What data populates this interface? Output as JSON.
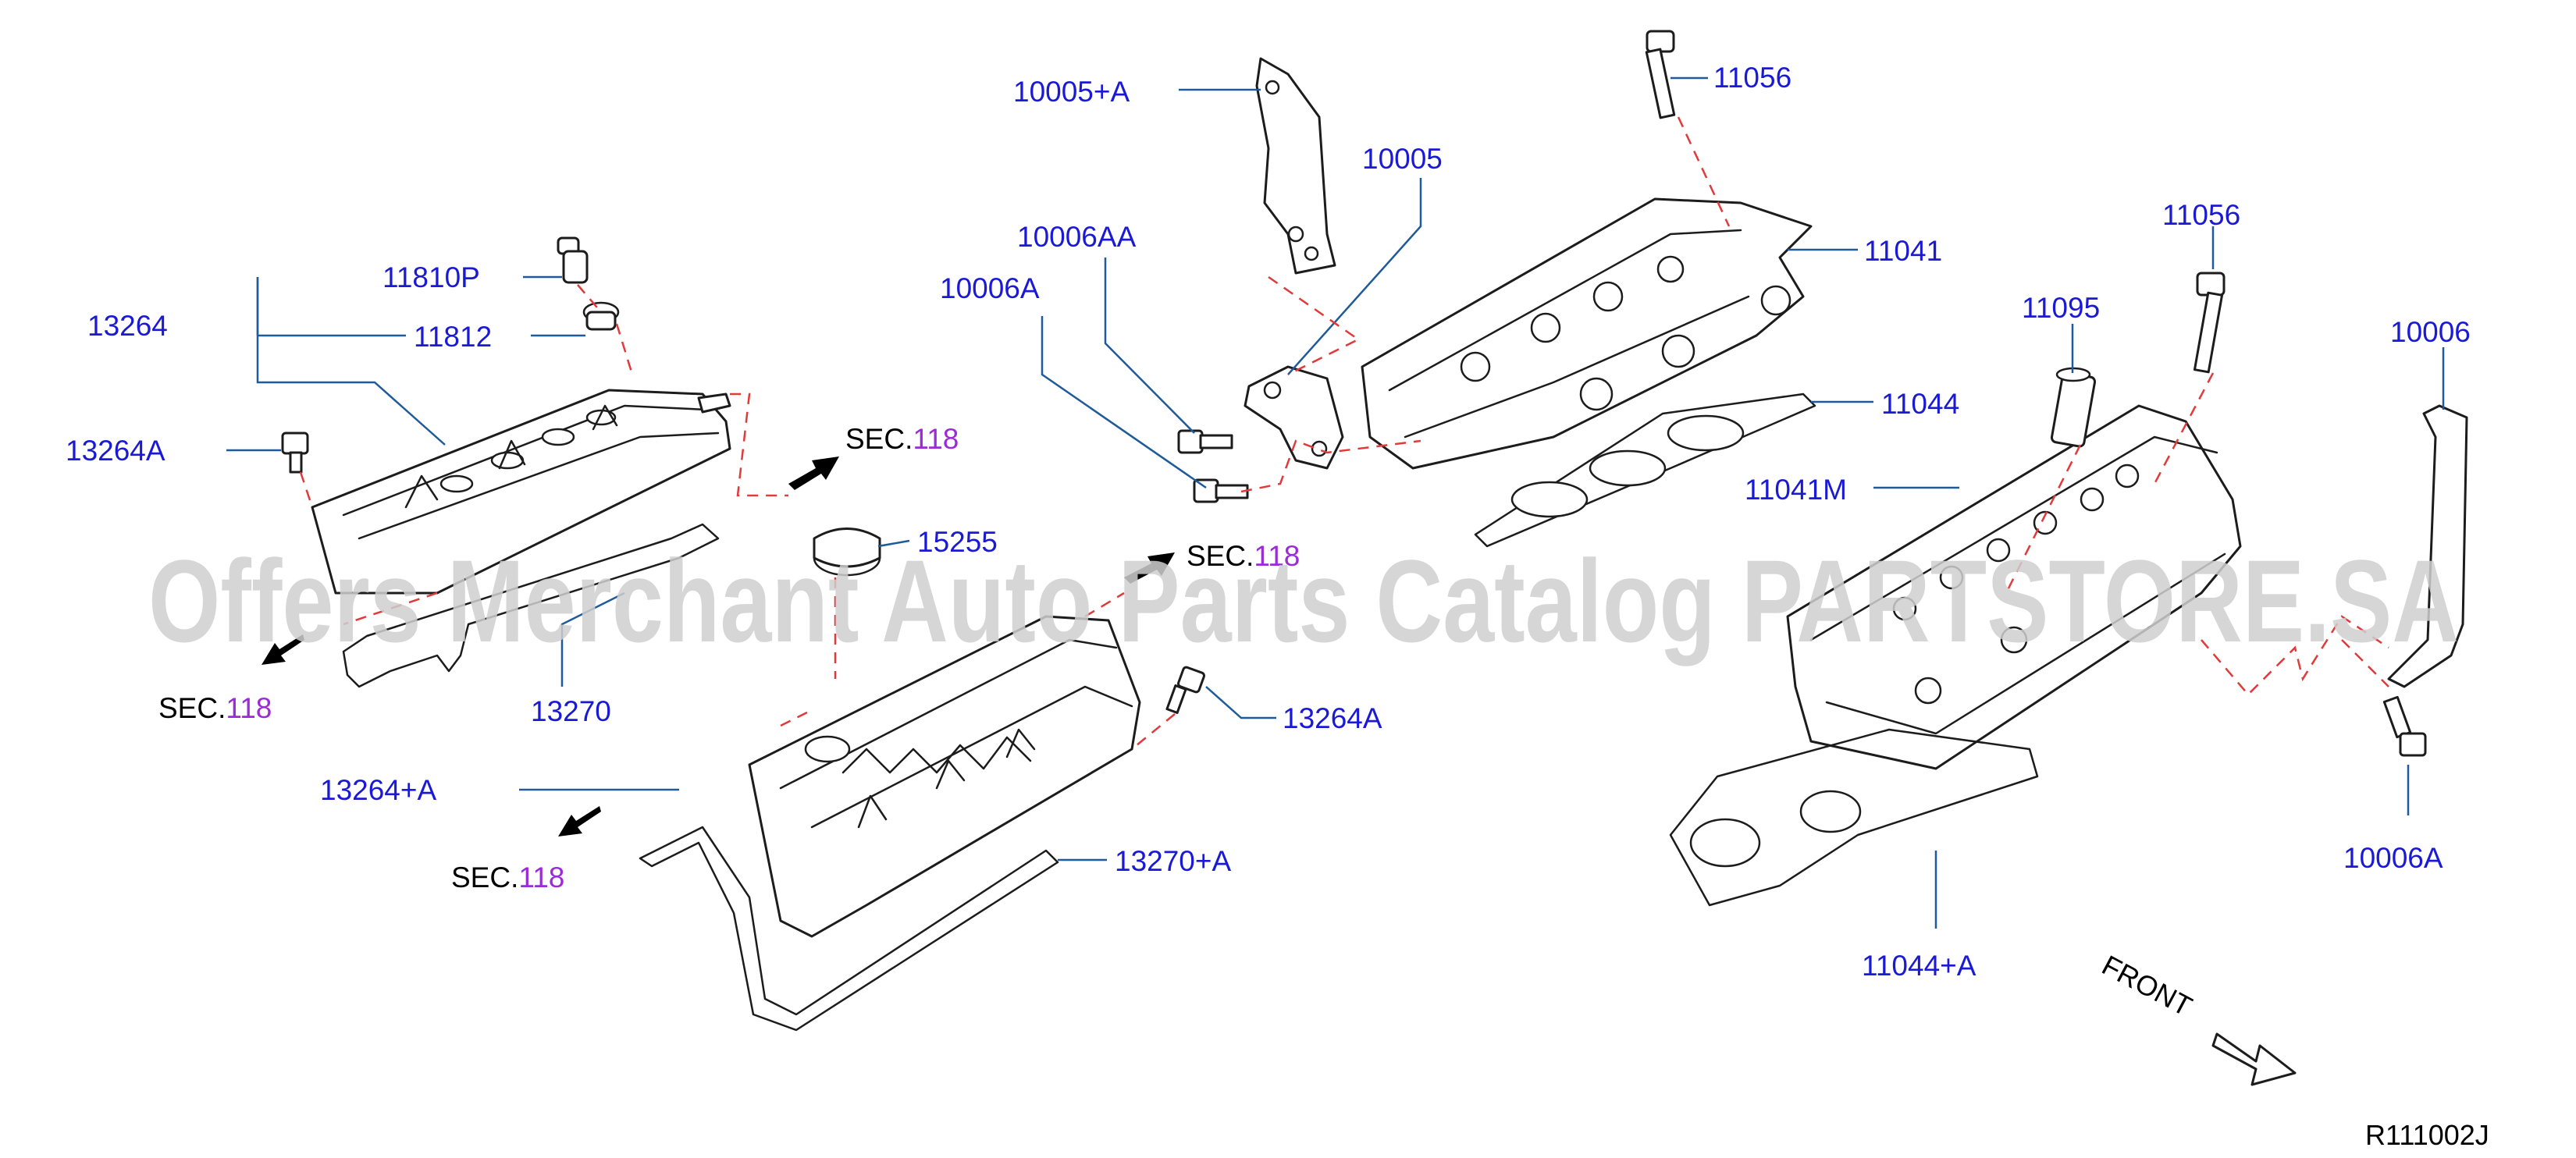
{
  "watermark": "Offers Merchant Auto Parts Catalog PARTSTORE.SA",
  "diagram_code": "R111002J",
  "front_label": "FRONT",
  "sec_prefix": "SEC.",
  "sec_number": "118",
  "parts": {
    "p10005A": "10005+A",
    "p11056_top": "11056",
    "p10005": "10005",
    "p10006AA": "10006AA",
    "p10006A_left": "10006A",
    "p11041": "11041",
    "p11044": "11044",
    "p11810P": "11810P",
    "p13264": "13264",
    "p11812": "11812",
    "p13264A_left": "13264A",
    "p15255": "15255",
    "p13270": "13270",
    "p13264A_mid": "13264A",
    "p13264plusA": "13264+A",
    "p13270plusA": "13270+A",
    "p11056_right": "11056",
    "p11095": "11095",
    "p10006": "10006",
    "p11041M": "11041M",
    "p10006A_right": "10006A",
    "p11044plusA": "11044+A"
  },
  "colors": {
    "part_label": "#1a1ad6",
    "leader_line": "#1f5a9a",
    "dashed_line": "#e03a3a",
    "sec_number": "#9a2bd6",
    "watermark": "#cfcfcf"
  }
}
